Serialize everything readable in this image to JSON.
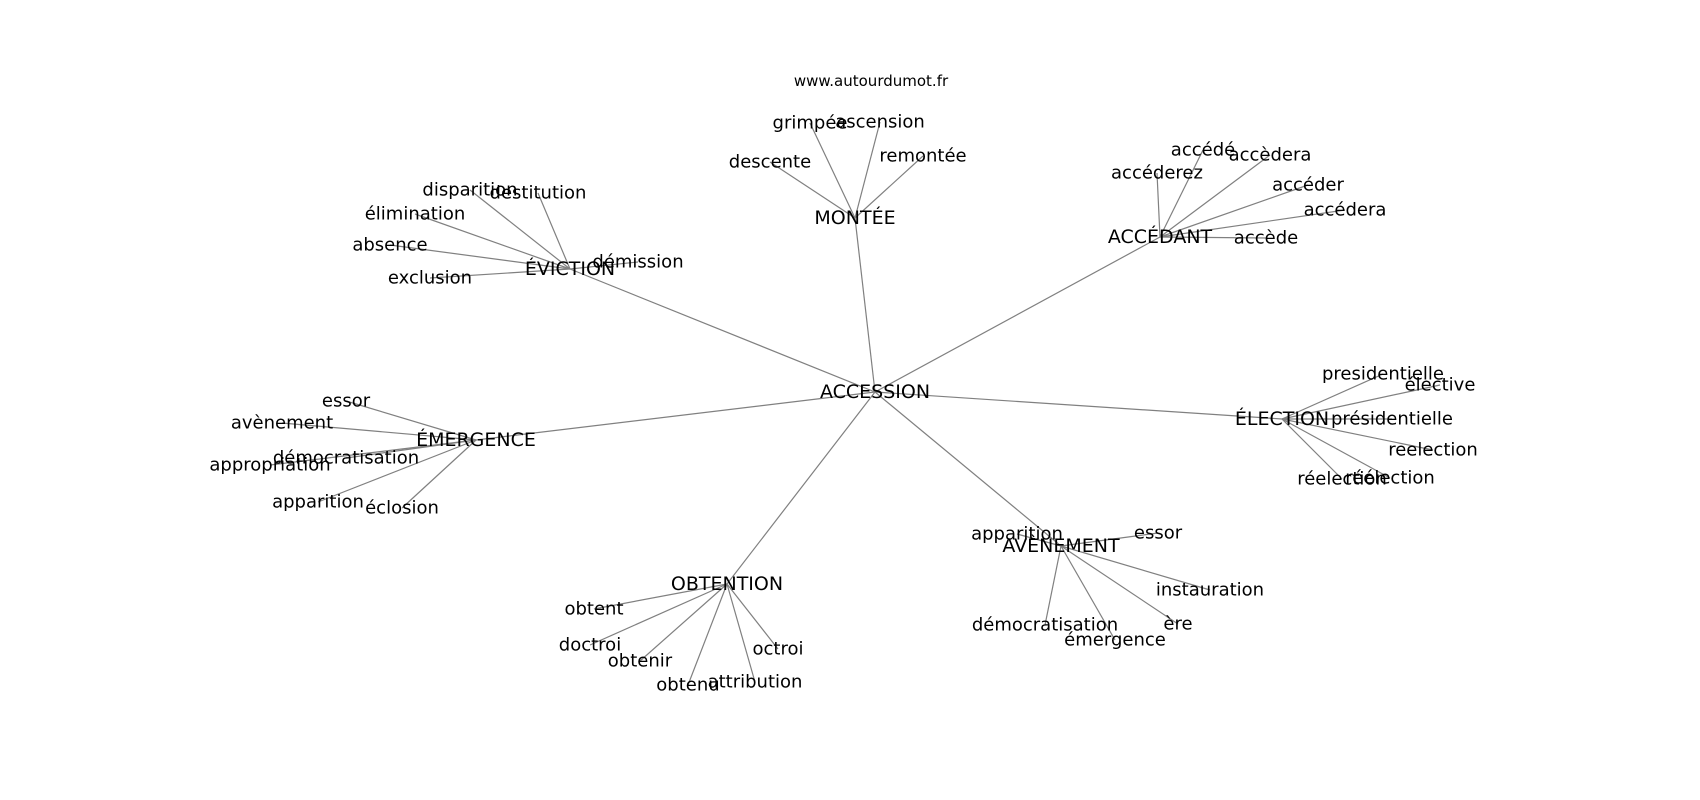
{
  "site_label": "www.autourdumot.fr",
  "center": {
    "label": "ACCESSION"
  },
  "clusters": [
    {
      "id": "montee",
      "label": "MONTÉE",
      "leaves": [
        "grimpée",
        "ascension",
        "descente",
        "remontée"
      ]
    },
    {
      "id": "accedant",
      "label": "ACCÉDANT",
      "leaves": [
        "accéderez",
        "accédé",
        "accèdera",
        "accéder",
        "accédera",
        "accède"
      ]
    },
    {
      "id": "eviction",
      "label": "ÉVICTION",
      "leaves": [
        "disparition",
        "destitution",
        "élimination",
        "absence",
        "exclusion",
        "démission"
      ]
    },
    {
      "id": "emergence",
      "label": "ÉMERGENCE",
      "leaves": [
        "essor",
        "avènement",
        "démocratisation",
        "appropriation",
        "apparition",
        "éclosion"
      ]
    },
    {
      "id": "election",
      "label": "ÉLECTION",
      "leaves": [
        "presidentielle",
        "élective",
        "présidentielle",
        "reelection",
        "réélection",
        "réelection"
      ]
    },
    {
      "id": "obtention",
      "label": "OBTENTION",
      "leaves": [
        "obtent",
        "doctroi",
        "obtenir",
        "obtenu",
        "attribution",
        "octroi"
      ]
    },
    {
      "id": "avenement",
      "label": "AVÈNEMENT",
      "leaves": [
        "apparition",
        "essor",
        "instauration",
        "démocratisation",
        "émergence",
        "ère"
      ]
    }
  ]
}
